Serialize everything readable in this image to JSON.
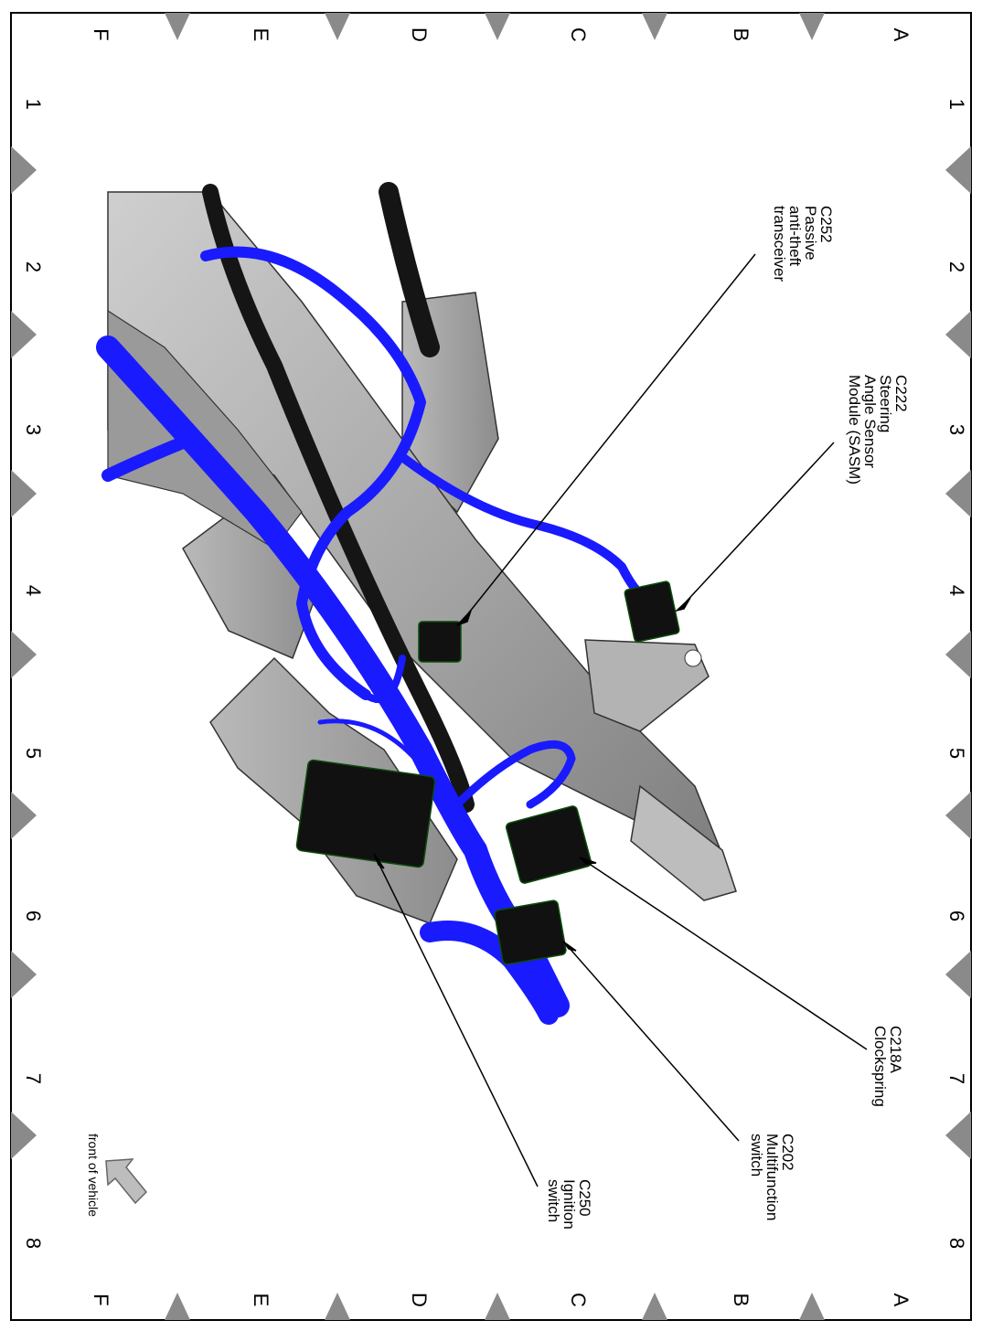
{
  "grid": {
    "letters": [
      "A",
      "B",
      "C",
      "D",
      "E",
      "F"
    ],
    "numbers": [
      "1",
      "2",
      "3",
      "4",
      "5",
      "6",
      "7",
      "8"
    ]
  },
  "callouts": {
    "c252": [
      "C252",
      "Passive",
      "anti-theft",
      "transceiver"
    ],
    "c222": [
      "C222",
      "Steering",
      "Angle Sensor",
      "Module (SASM)"
    ],
    "c218a": [
      "C218A",
      "Clockspring"
    ],
    "c202": [
      "C202",
      "Multifunction",
      "switch"
    ],
    "c250": [
      "C250",
      "Ignition",
      "switch"
    ]
  },
  "orientation": {
    "label": "front of vehicle",
    "icon": "arrow-icon"
  },
  "colors": {
    "harness": "#1a1aff",
    "column": "#a9a9a9",
    "connector": "#101010",
    "tick": "#8a8a8a"
  }
}
